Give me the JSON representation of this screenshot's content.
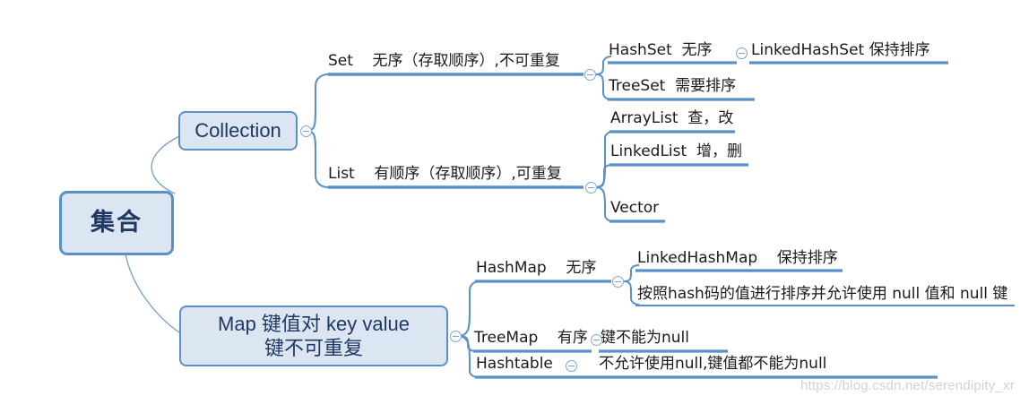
{
  "diagram": {
    "title": "Java 集合 Mind Map",
    "colors": {
      "branch_line": "#5b8fc9",
      "thin_connector": "#6e9fd4",
      "box_fill": "#dce6f2",
      "box_border": "#5b8fc9",
      "box_text": "#1f3864",
      "label_text": "#1a1a1a",
      "toggle_stroke": "#7aa6d6",
      "watermark": "#d2d2d2"
    },
    "root": {
      "label": "集合"
    },
    "collection": {
      "label": "Collection",
      "toggle": "collapse-toggle",
      "branches": [
        {
          "label": "Set    无序（存取顺序）,不可重复",
          "toggle": "collapse-toggle",
          "children": [
            {
              "label": "HashSet  无序",
              "toggle": "collapse-toggle",
              "children": [
                {
                  "label": "LinkedHashSet 保持排序"
                }
              ]
            },
            {
              "label": "TreeSet  需要排序"
            }
          ]
        },
        {
          "label": "List    有顺序（存取顺序）,可重复",
          "toggle": "collapse-toggle",
          "children": [
            {
              "label": "ArrayList  查，改"
            },
            {
              "label": "LinkedList  增，删"
            },
            {
              "label": "Vector"
            }
          ]
        }
      ]
    },
    "map": {
      "label": "Map    键值对   key  value\n键不可重复",
      "toggle": "collapse-toggle",
      "branches": [
        {
          "label": "HashMap    无序",
          "toggle": "collapse-toggle",
          "children": [
            {
              "label": "LinkedHashMap    保持排序"
            },
            {
              "label": "按照hash码的值进行排序并允许使用 null 值和 null 键"
            }
          ]
        },
        {
          "label": "TreeMap    有序",
          "toggle": "collapse-toggle",
          "children": [
            {
              "label": "键不能为null"
            }
          ]
        },
        {
          "label": "Hashtable",
          "toggle": "collapse-toggle",
          "children": [
            {
              "label": "不允许使用null,键值都不能为null"
            }
          ]
        }
      ]
    },
    "watermark": "https://blog.csdn.net/serendipity_xr"
  }
}
